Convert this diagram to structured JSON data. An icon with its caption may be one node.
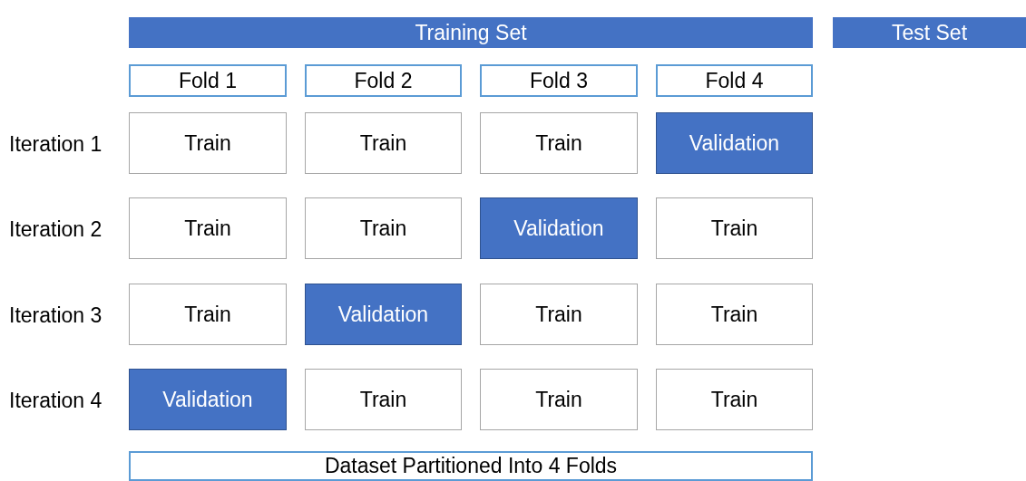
{
  "diagram": {
    "nodes": [
      {
        "text": [
          "Training Set"
        ]
      },
      {
        "text": [
          "Test Set"
        ]
      },
      {
        "text": [
          "Fold 1"
        ]
      },
      {
        "text": [
          "Fold 2"
        ]
      },
      {
        "text": [
          "Fold 3"
        ]
      },
      {
        "text": [
          "Fold 4"
        ]
      },
      {
        "text": [
          "Train"
        ]
      },
      {
        "text": [
          "Train"
        ]
      },
      {
        "text": [
          "Train"
        ]
      },
      {
        "text": [
          "Validation"
        ]
      },
      {
        "text": [
          "Train"
        ]
      },
      {
        "text": [
          "Train"
        ]
      },
      {
        "text": [
          "Validation"
        ]
      },
      {
        "text": [
          "Train"
        ]
      },
      {
        "text": [
          "Train"
        ]
      },
      {
        "text": [
          "Validation"
        ]
      },
      {
        "text": [
          "Train"
        ]
      },
      {
        "text": [
          "Train"
        ]
      },
      {
        "text": [
          "Validation"
        ]
      },
      {
        "text": [
          "Train"
        ]
      },
      {
        "text": [
          "Train"
        ]
      },
      {
        "text": [
          "Train"
        ]
      },
      {
        "text": [
          "Dataset Partitioned Into 4 Folds"
        ]
      }
    ],
    "labels": [
      "Iteration 1",
      "Iteration 2",
      "Iteration 3",
      "Iteration 4"
    ]
  }
}
